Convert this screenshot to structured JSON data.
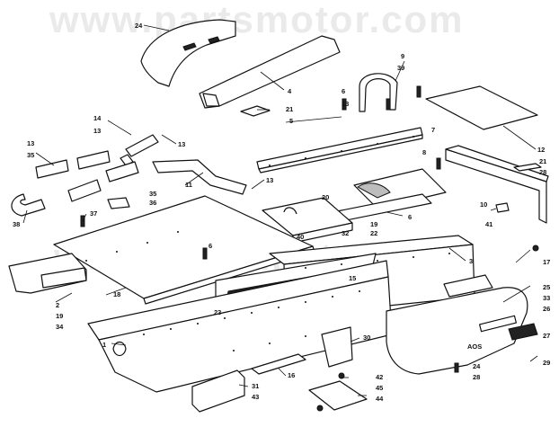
{
  "watermark": "www.partsmotor.com",
  "emblem_text": "AOS",
  "callouts": [
    {
      "id": "c24",
      "text": "24"
    },
    {
      "id": "c4",
      "text": "4"
    },
    {
      "id": "c9",
      "text": "9"
    },
    {
      "id": "c39",
      "text": "39"
    },
    {
      "id": "c6a",
      "text": "6"
    },
    {
      "id": "c13a",
      "text": "13"
    },
    {
      "id": "c21a",
      "text": "21"
    },
    {
      "id": "c5",
      "text": "5"
    },
    {
      "id": "c7",
      "text": "7"
    },
    {
      "id": "c14",
      "text": "14"
    },
    {
      "id": "c13b",
      "text": "13"
    },
    {
      "id": "c13c",
      "text": "13"
    },
    {
      "id": "c13d",
      "text": "13"
    },
    {
      "id": "c35a",
      "text": "35"
    },
    {
      "id": "c12",
      "text": "12"
    },
    {
      "id": "c21b",
      "text": "21"
    },
    {
      "id": "c28a",
      "text": "28"
    },
    {
      "id": "c8",
      "text": "8"
    },
    {
      "id": "c11",
      "text": "11"
    },
    {
      "id": "c13e",
      "text": "13"
    },
    {
      "id": "c35b",
      "text": "35"
    },
    {
      "id": "c36",
      "text": "36"
    },
    {
      "id": "c20",
      "text": "20"
    },
    {
      "id": "c38",
      "text": "38"
    },
    {
      "id": "c37",
      "text": "37"
    },
    {
      "id": "c6b",
      "text": "6"
    },
    {
      "id": "c19a",
      "text": "19"
    },
    {
      "id": "c40",
      "text": "40"
    },
    {
      "id": "c32",
      "text": "32"
    },
    {
      "id": "c22",
      "text": "22"
    },
    {
      "id": "c10",
      "text": "10"
    },
    {
      "id": "c41",
      "text": "41"
    },
    {
      "id": "c6c",
      "text": "6"
    },
    {
      "id": "c3",
      "text": "3"
    },
    {
      "id": "c17",
      "text": "17"
    },
    {
      "id": "c18",
      "text": "18"
    },
    {
      "id": "c15",
      "text": "15"
    },
    {
      "id": "c2",
      "text": "2"
    },
    {
      "id": "c19b",
      "text": "19"
    },
    {
      "id": "c34",
      "text": "34"
    },
    {
      "id": "c23",
      "text": "23"
    },
    {
      "id": "c25",
      "text": "25"
    },
    {
      "id": "c33",
      "text": "33"
    },
    {
      "id": "c26",
      "text": "26"
    },
    {
      "id": "c1",
      "text": "1"
    },
    {
      "id": "c30",
      "text": "30"
    },
    {
      "id": "c27",
      "text": "27"
    },
    {
      "id": "c24b",
      "text": "24"
    },
    {
      "id": "c28b",
      "text": "28"
    },
    {
      "id": "c29",
      "text": "29"
    },
    {
      "id": "c16",
      "text": "16"
    },
    {
      "id": "c31",
      "text": "31"
    },
    {
      "id": "c42",
      "text": "42"
    },
    {
      "id": "c45",
      "text": "45"
    },
    {
      "id": "c43",
      "text": "43"
    },
    {
      "id": "c44",
      "text": "44"
    }
  ]
}
